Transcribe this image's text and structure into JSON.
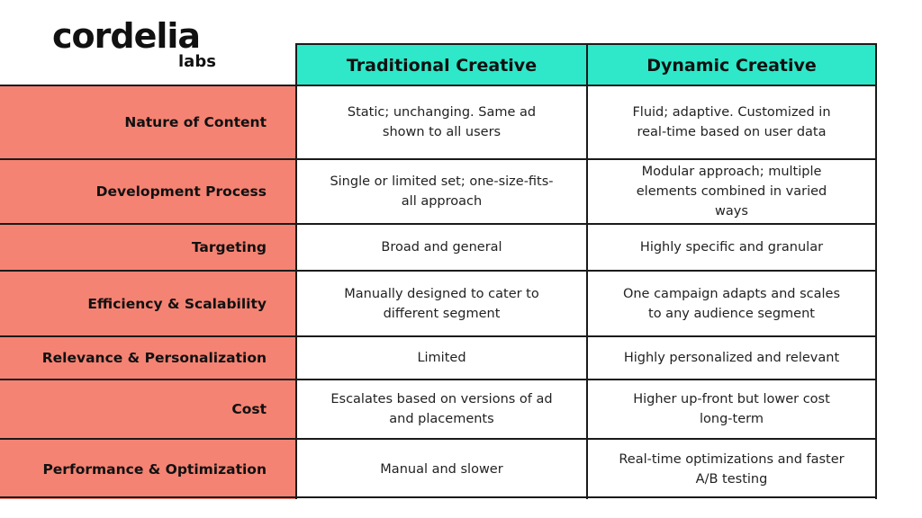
{
  "logo": {
    "main": "cordelia",
    "sub": "labs"
  },
  "columns": [
    "Traditional Creative",
    "Dynamic Creative"
  ],
  "rows": [
    {
      "label": "Nature of Content",
      "traditional": "Static; unchanging. Same ad shown to all users",
      "dynamic": "Fluid; adaptive. Customized in real-time based on user data"
    },
    {
      "label": "Development Process",
      "traditional": "Single or limited set; one-size-fits-all approach",
      "dynamic": "Modular approach; multiple elements combined in varied ways"
    },
    {
      "label": "Targeting",
      "traditional": "Broad and general",
      "dynamic": "Highly specific and granular"
    },
    {
      "label": "Efficiency & Scalability",
      "traditional": "Manually designed to cater to different segment",
      "dynamic": "One campaign adapts and scales to any audience segment"
    },
    {
      "label": "Relevance & Personalization",
      "traditional": "Limited",
      "dynamic": "Highly personalized and relevant"
    },
    {
      "label": "Cost",
      "traditional": "Escalates based on versions of ad and placements",
      "dynamic": "Higher up-front but lower cost long-term"
    },
    {
      "label": "Performance & Optimization",
      "traditional": "Manual and slower",
      "dynamic": "Real-time optimizations and faster A/B testing"
    }
  ]
}
